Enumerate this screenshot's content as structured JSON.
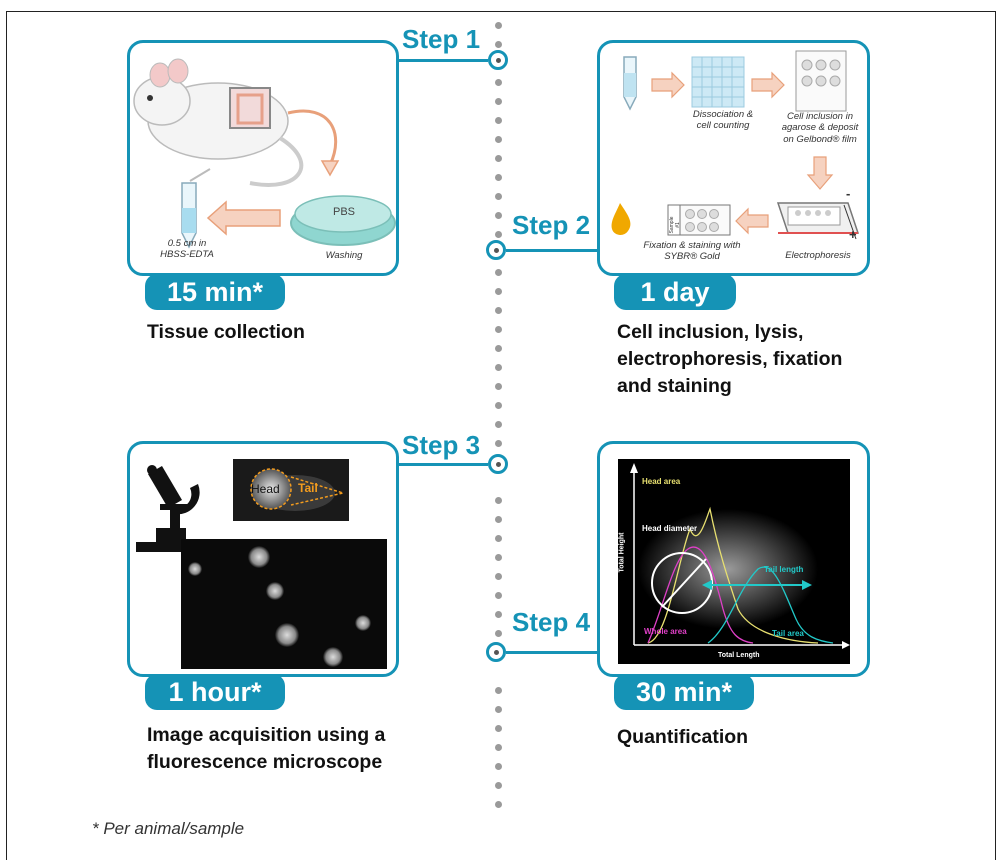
{
  "steps": [
    {
      "label": "Step 1",
      "duration": "15 min*",
      "caption": "Tissue collection"
    },
    {
      "label": "Step 2",
      "duration": "1 day",
      "caption_lines": [
        "Cell inclusion, lysis,",
        "electrophoresis, fixation",
        "and staining"
      ]
    },
    {
      "label": "Step 3",
      "duration": "1 hour*",
      "caption_lines": [
        "Image acquisition using a",
        "fluorescence microscope"
      ]
    },
    {
      "label": "Step 4",
      "duration": "30 min*",
      "caption": "Quantification"
    }
  ],
  "step1_panel": {
    "pbs": "PBS",
    "washing": "Washing",
    "sample": [
      "0.5 cm in",
      "HBSS-EDTA"
    ]
  },
  "step2_panel": {
    "dissociation": [
      "Dissociation &",
      "cell counting"
    ],
    "inclusion": [
      "Cell inclusion in",
      "agarose & deposit",
      "on Gelbond® film"
    ],
    "electrophoresis": "Electrophoresis",
    "fixation": [
      "Fixation & staining with",
      "SYBR® Gold"
    ],
    "sample_tag": "Sample #1",
    "minus": "-",
    "plus": "+"
  },
  "step3_panel": {
    "head": "Head",
    "tail": "Tail"
  },
  "step4_panel": {
    "head_area": "Head area",
    "head_diameter": "Head diameter",
    "tail_length": "Tail length",
    "whole_area": "Whole area",
    "tail_area": "Tail area",
    "y_axis": "Total Height",
    "x_axis": "Total Length"
  },
  "footnote": "* Per animal/sample",
  "colors": {
    "accent": "#1593b6",
    "arrow": "#e8a07a",
    "dots": "#9a9a9a"
  }
}
